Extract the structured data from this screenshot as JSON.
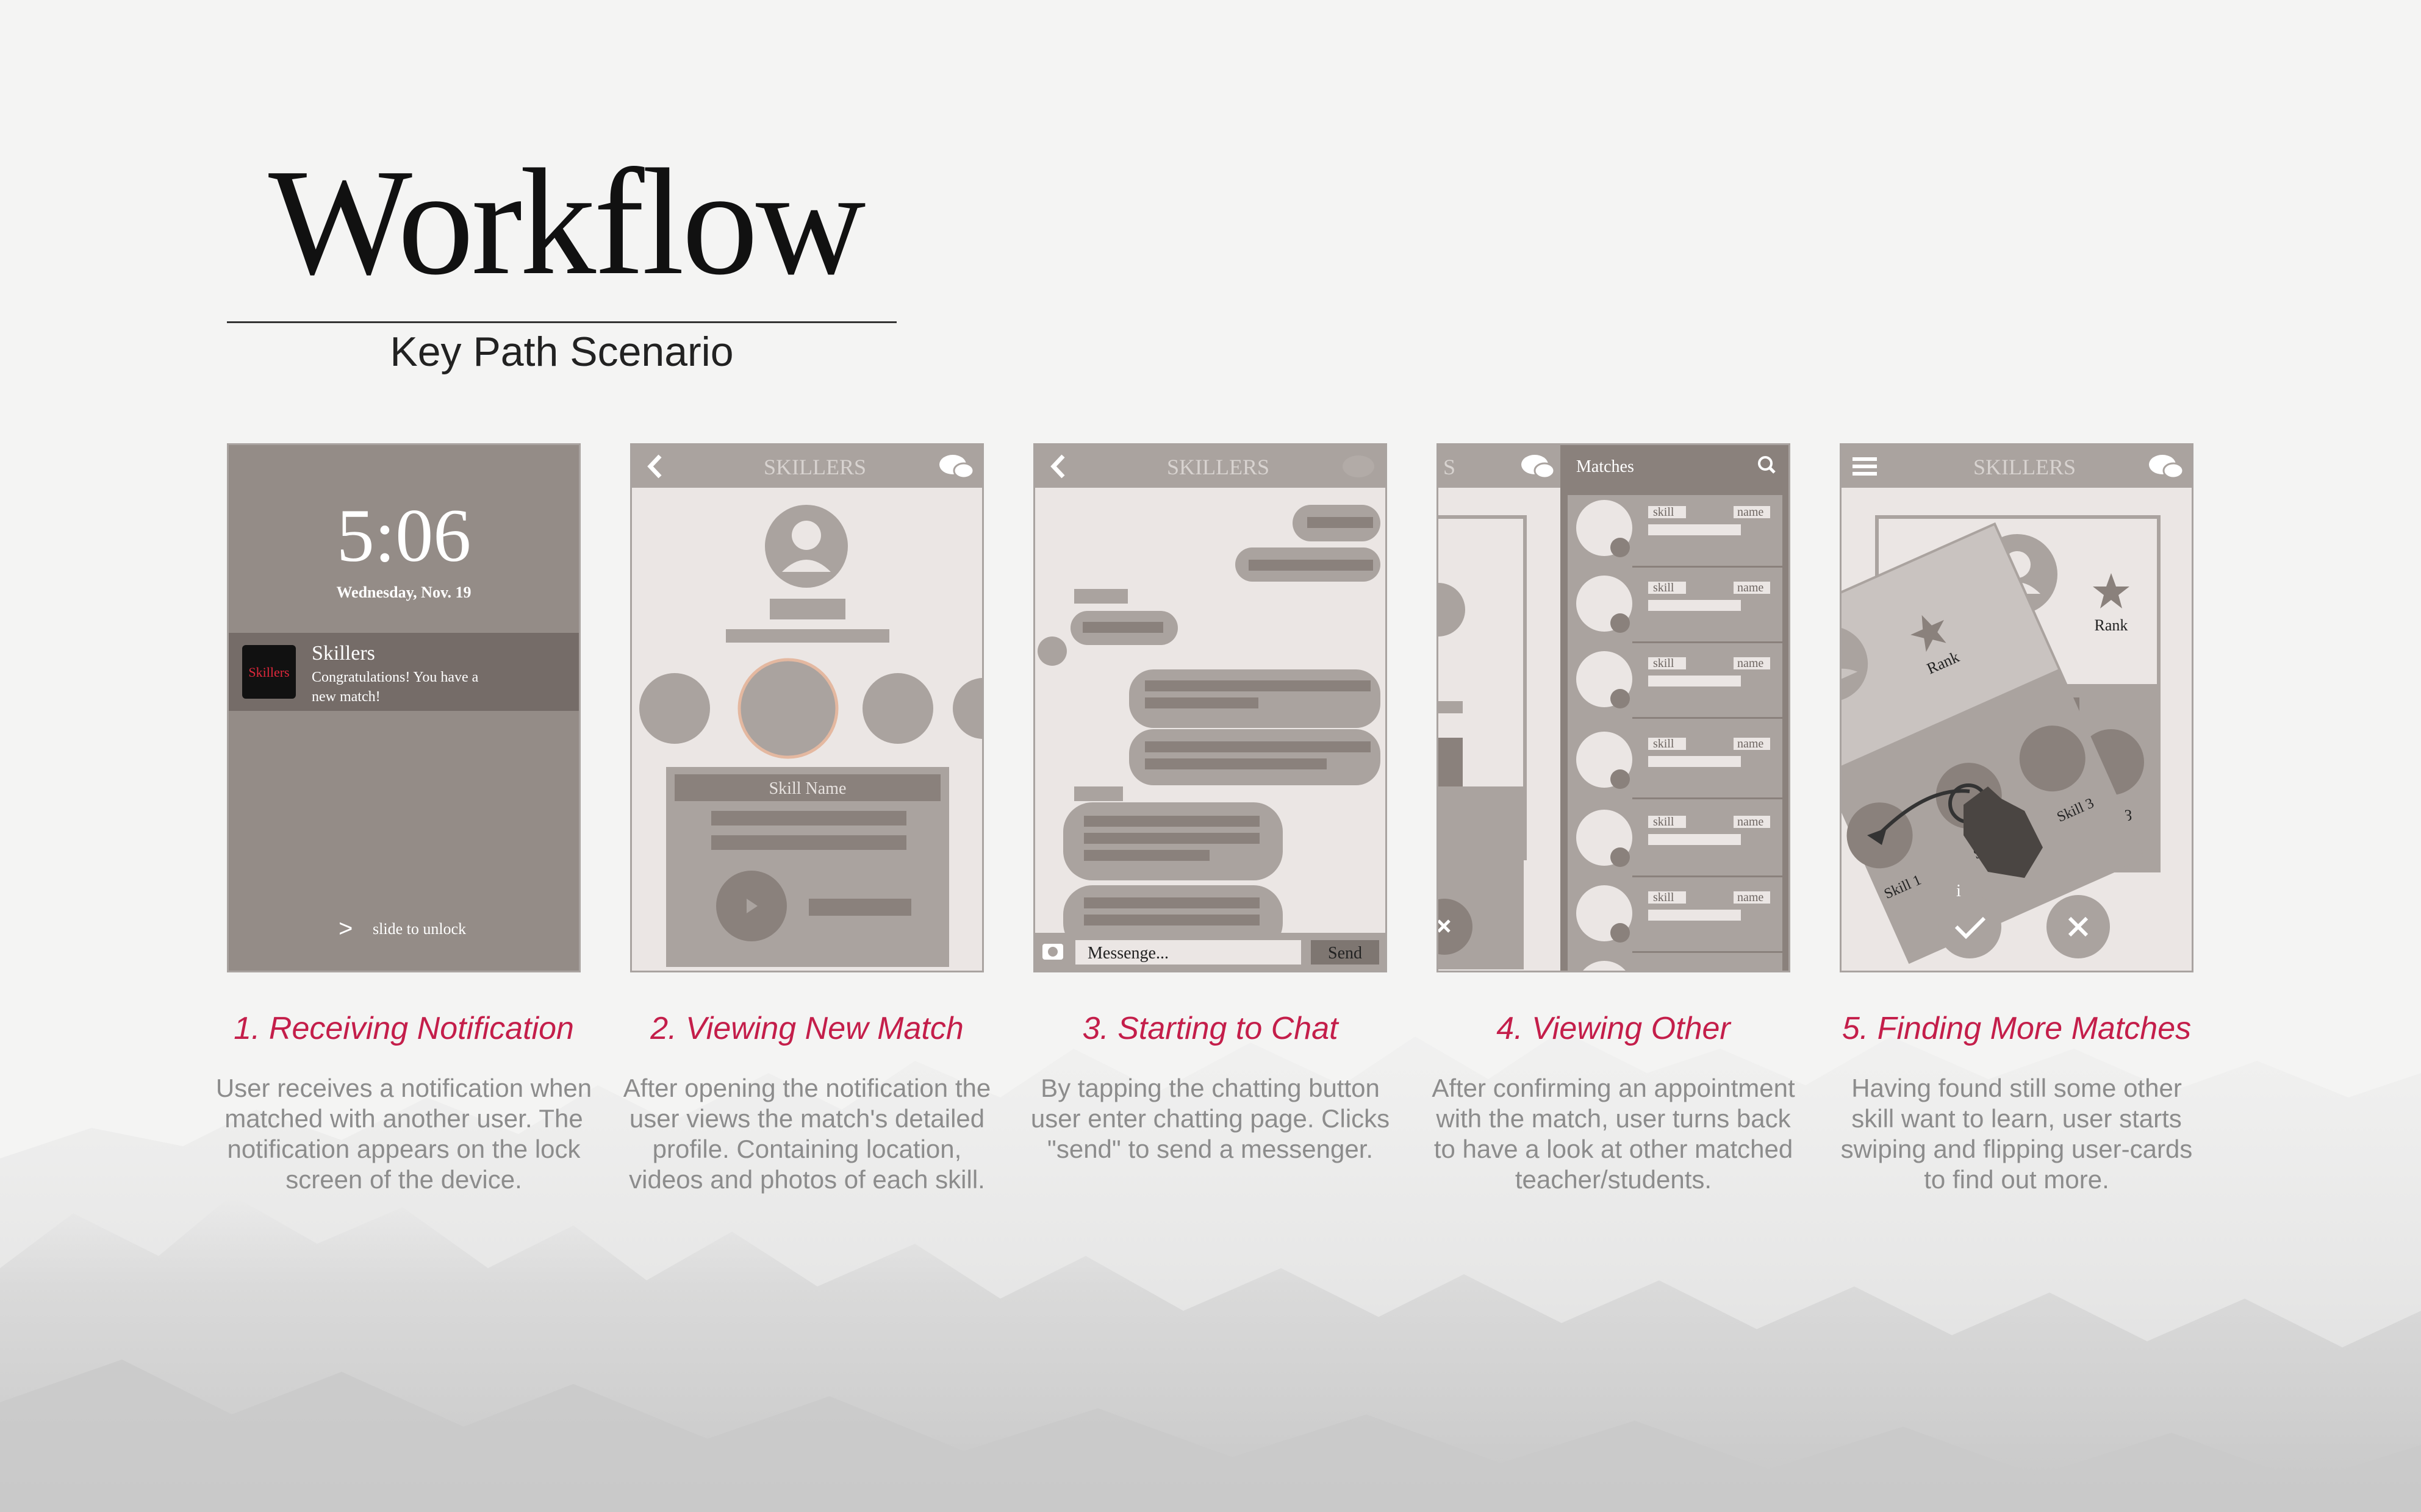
{
  "header": {
    "title": "Workflow",
    "subtitle": "Key Path Scenario"
  },
  "colors": {
    "accent": "#c41e4a",
    "screen_dark": "#948c87",
    "screen_light": "#ebe6e4",
    "element_gray": "#aaa39f",
    "bar_dark": "#8a817c",
    "description": "#8c8c8c"
  },
  "screens": {
    "lock": {
      "time": "5:06",
      "date": "Wednesday, Nov. 19",
      "app_icon_text": "Skillers",
      "app_name": "Skillers",
      "message_line1": "Congratulations! You have a",
      "message_line2": "new match!",
      "unlock_arrow": ">",
      "unlock_text": "slide to unlock"
    },
    "profile": {
      "nav_title": "SKILLERS",
      "skill_name": "Skill Name"
    },
    "chat": {
      "nav_title": "SKILLERS",
      "input_placeholder": "Messenge...",
      "send_label": "Send"
    },
    "matches": {
      "nav_partial": "S",
      "header": "Matches",
      "row_skill": "skill",
      "row_name": "name"
    },
    "cards": {
      "nav_title": "SKILLERS",
      "rank_label": "Rank",
      "skill1": "Skill 1",
      "skill2": "Skill 2",
      "skill3": "Skill 3",
      "info": "i"
    }
  },
  "steps": [
    {
      "title": "1.  Receiving Notification",
      "description": "User receives a notification when matched with another user. The notification appears on the lock screen of the device."
    },
    {
      "title": "2.  Viewing New Match",
      "description": "After opening the notification the user views the match's detailed profile. Containing location, videos and photos of each skill."
    },
    {
      "title": "3.  Starting to Chat",
      "description": "By tapping the chatting button user enter chatting page. Clicks \"send\" to send a messenger."
    },
    {
      "title": "4.  Viewing Other",
      "description": "After confirming an appointment with the match, user turns back to have a look at other matched teacher/students."
    },
    {
      "title": "5.  Finding More Matches",
      "description": "Having found still some other skill want to learn, user starts swiping and flipping user-cards to find out more."
    }
  ]
}
